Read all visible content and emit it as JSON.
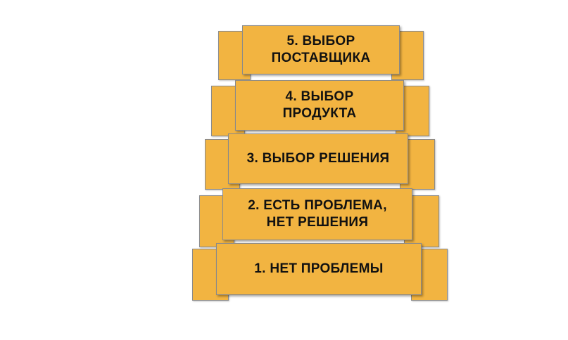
{
  "diagram": {
    "title": "",
    "steps": [
      {
        "label": "5. ВЫБОР\nПОСТАВЩИКА"
      },
      {
        "label": "4. ВЫБОР\nПРОДУКТА"
      },
      {
        "label": "3. ВЫБОР РЕШЕНИЯ"
      },
      {
        "label": "2. ЕСТЬ ПРОБЛЕМА,\nНЕТ РЕШЕНИЯ"
      },
      {
        "label": "1. НЕТ ПРОБЛЕМЫ"
      }
    ],
    "colors": {
      "fill": "#f2b441",
      "border": "#8a8a8a",
      "text": "#111111"
    }
  }
}
